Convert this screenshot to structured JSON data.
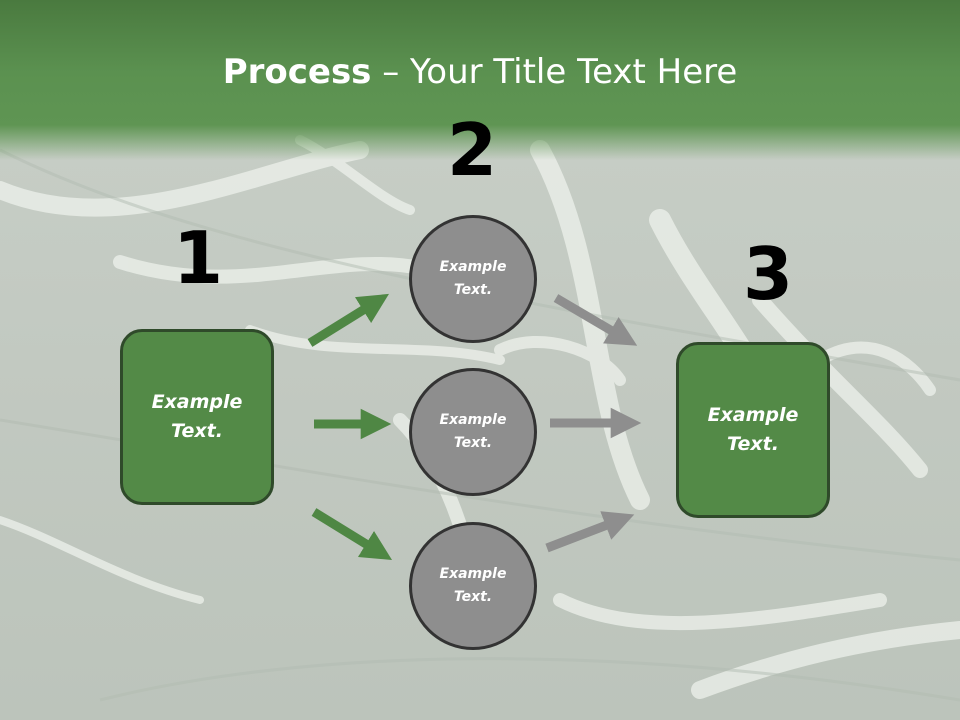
{
  "title": {
    "bold": "Process",
    "rest": " – Your Title Text Here"
  },
  "colors": {
    "header": "#5b9150",
    "box_fill": "#538a47",
    "circle_fill": "#8e8e8e",
    "green_arrow": "#4f8744",
    "gray_arrow": "#8e8e8e"
  },
  "steps": [
    {
      "number": "1",
      "text": "Example\nText."
    },
    {
      "number": "2",
      "text": "Example\nText."
    },
    {
      "number": "3",
      "text": "Example\nText."
    }
  ],
  "circles": [
    {
      "text": "Example\nText."
    },
    {
      "text": "Example\nText."
    },
    {
      "text": "Example\nText."
    }
  ]
}
